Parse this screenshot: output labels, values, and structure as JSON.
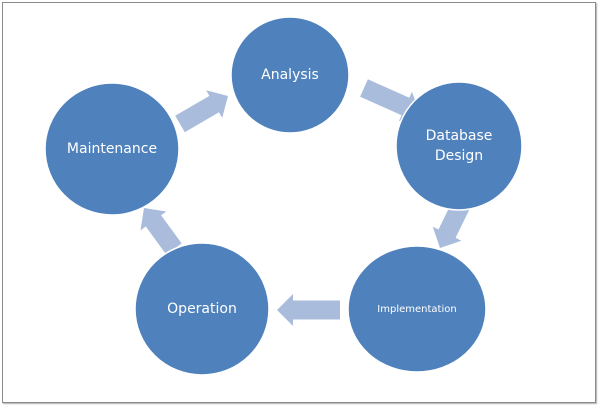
{
  "diagram": {
    "type": "cycle",
    "colors": {
      "node_fill": "#4f81bd",
      "arrow_fill": "#a9bcdc",
      "text": "#ffffff",
      "border": "#8a8a8a"
    },
    "nodes": [
      {
        "id": "analysis",
        "label_lines": [
          "Analysis"
        ]
      },
      {
        "id": "database-design",
        "label_lines": [
          "Database",
          "Design"
        ]
      },
      {
        "id": "implementation",
        "label_lines": [
          "Implementation"
        ]
      },
      {
        "id": "operation",
        "label_lines": [
          "Operation"
        ]
      },
      {
        "id": "maintenance",
        "label_lines": [
          "Maintenance"
        ]
      }
    ],
    "edges": [
      {
        "from": "analysis",
        "to": "database-design"
      },
      {
        "from": "database-design",
        "to": "implementation"
      },
      {
        "from": "implementation",
        "to": "operation"
      },
      {
        "from": "operation",
        "to": "maintenance"
      },
      {
        "from": "maintenance",
        "to": "analysis"
      }
    ]
  }
}
